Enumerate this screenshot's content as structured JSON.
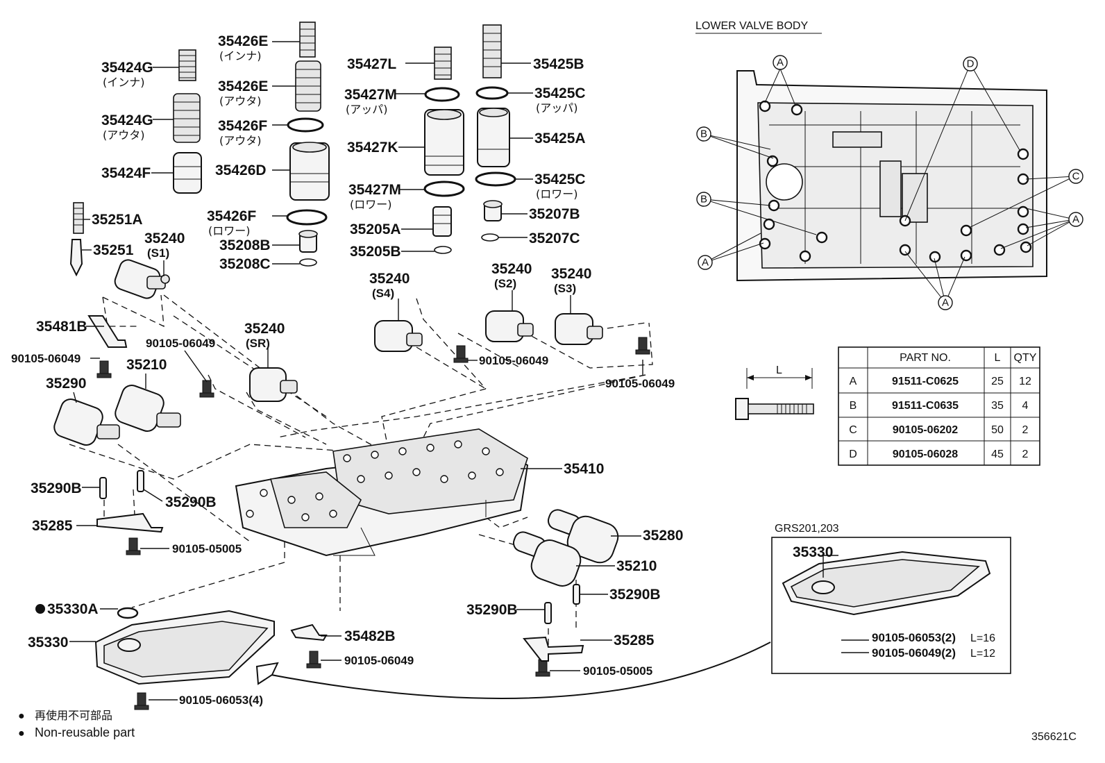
{
  "diagram": {
    "figure_code": "356621C",
    "lower_valve_body_title": "LOWER VALVE BODY",
    "variant_title": "GRS201,203",
    "legend": {
      "bullet": "●",
      "japanese": "再使用不可部品",
      "english": "Non-reusable part"
    },
    "dimension_label": "L",
    "callout_letters": [
      "A",
      "B",
      "C",
      "D"
    ]
  },
  "labels": {
    "p35424G_1": "35424G",
    "p35424G_1_sub": "(インナ)",
    "p35424G_2": "35424G",
    "p35424G_2_sub": "(アウタ)",
    "p35424F": "35424F",
    "p35426E_1": "35426E",
    "p35426E_1_sub": "(インナ)",
    "p35426E_2": "35426E",
    "p35426E_2_sub": "(アウタ)",
    "p35426F_1": "35426F",
    "p35426F_1_sub": "(アウタ)",
    "p35426D": "35426D",
    "p35426F_2": "35426F",
    "p35426F_2_sub": "(ロワー)",
    "p35208B": "35208B",
    "p35208C": "35208C",
    "p35427L": "35427L",
    "p35427M_1": "35427M",
    "p35427M_1_sub": "(アッパ)",
    "p35427K": "35427K",
    "p35427M_2": "35427M",
    "p35427M_2_sub": "(ロワー)",
    "p35205A": "35205A",
    "p35205B": "35205B",
    "p35425B": "35425B",
    "p35425C_1": "35425C",
    "p35425C_1_sub": "(アッパ)",
    "p35425A": "35425A",
    "p35425C_2": "35425C",
    "p35425C_2_sub": "(ロワー)",
    "p35207B": "35207B",
    "p35207C": "35207C",
    "p35251A": "35251A",
    "p35251": "35251",
    "p35240_S1": "35240",
    "p35240_S1_sub": "(S1)",
    "p35481B": "35481B",
    "p90105_06049_a": "90105-06049",
    "p90105_06049_b": "90105-06049",
    "p35240_SR": "35240",
    "p35240_SR_sub": "(SR)",
    "p35290": "35290",
    "p35210_a": "35210",
    "p35240_S4": "35240",
    "p35240_S4_sub": "(S4)",
    "p35240_S2": "35240",
    "p35240_S2_sub": "(S2)",
    "p35240_S3": "35240",
    "p35240_S3_sub": "(S3)",
    "p90105_06049_c": "90105-06049",
    "p90105_06049_d": "90105-06049",
    "p35410": "35410",
    "p35290B_a": "35290B",
    "p35290B_b": "35290B",
    "p35285_a": "35285",
    "p90105_05005_a": "90105-05005",
    "p35280": "35280",
    "p35210_b": "35210",
    "p35290B_c": "35290B",
    "p35290B_d": "35290B",
    "p35285_b": "35285",
    "p90105_05005_b": "90105-05005",
    "p35330A": "35330A",
    "p35330_a": "35330",
    "p35482B": "35482B",
    "p90105_06049_e": "90105-06049",
    "p90105_06053_4": "90105-06053(4)",
    "p35330_b": "35330",
    "p90105_06053_2": "90105-06053(2)",
    "p90105_06053_2_len": "L=16",
    "p90105_06049_2": "90105-06049(2)",
    "p90105_06049_2_len": "L=12"
  },
  "bolt_table": {
    "headers": [
      "",
      "PART NO.",
      "L",
      "QTY"
    ],
    "rows": [
      [
        "A",
        "91511-C0625",
        "25",
        "12"
      ],
      [
        "B",
        "91511-C0635",
        "35",
        "4"
      ],
      [
        "C",
        "90105-06202",
        "50",
        "2"
      ],
      [
        "D",
        "90105-06028",
        "45",
        "2"
      ]
    ]
  }
}
